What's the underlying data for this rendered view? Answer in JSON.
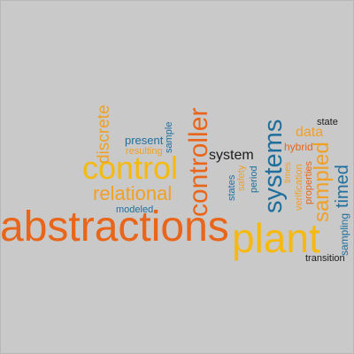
{
  "colors": {
    "background": "#c9c9c9",
    "orange_dark": "#e8651a",
    "orange": "#f0a024",
    "yellow": "#f5b90f",
    "blue": "#1f6f9e",
    "black": "#1c1c1c"
  },
  "words": {
    "abstractions": "abstractions",
    "plant": "plant",
    "control": "control",
    "controller": "controller",
    "systems": "systems",
    "relational": "relational",
    "sampled": "sampled",
    "timed": "timed",
    "discrete": "discrete",
    "system": "system",
    "data": "data",
    "state": "state",
    "present": "present",
    "resulting": "resulting",
    "sample": "sample",
    "modeled": "modeled",
    "hybrid": "hybrid",
    "verification": "verification",
    "properties": "properties",
    "times": "times",
    "safety": "safety",
    "period": "period",
    "states": "states",
    "sampling": "sampling",
    "transition": "transition"
  }
}
